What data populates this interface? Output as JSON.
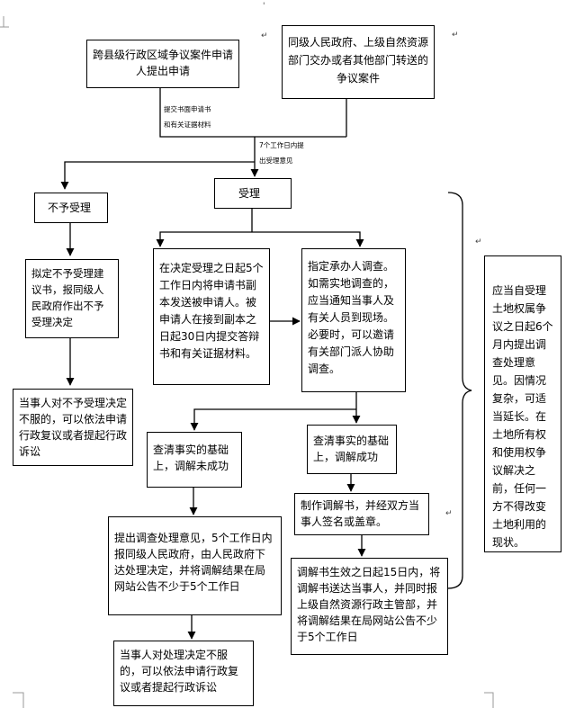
{
  "nodes": {
    "cross_county": "跨县级行政区域争议案件申请人提出申请",
    "transferred": "同级人民政府、上级自然资源部门交办或者其他部门转送的争议案件",
    "reject": "不予受理",
    "accept": "受理",
    "draft_reject": "拟定不予受理建议书，报同级人民政府作出不予受理决定",
    "send_copy": "在决定受理之日起5个工作日内将申请书副本发送被申请人。被申请人在接到副本之日起30日内提交答辩书和有关证据材料。",
    "assign_investigator": "指定承办人调查。如需实地调查的，应当通知当事人及有关人员到现场。必要时，可以邀请有关部门派人协助调查。",
    "reject_appeal": "当事人对不予受理决定不服的，可以依法申请行政复议或者提起行政诉讼",
    "mediation_failed": "查清事实的基础上，调解未成功",
    "mediation_success": "查清事实的基础上，调解成功",
    "make_agreement": "制作调解书，并经双方当事人签名或盖章。",
    "propose_opinion": "提出调查处理意见，5个工作日内报同级人民政府，由人民政府下达处理决定，并将调解结果在局网站公告不少于5个工作日",
    "agreement_effective": "调解书生效之日起15日内，将调解书送达当事人，并同时报上级自然资源行政主管部，并将调解结果在局网站公告不少于5个工作日",
    "decision_appeal": "当事人对处理决定不服的，可以依法申请行政复议或者提起行政诉讼",
    "deadline_note": "应当自受理土地权属争议之日起6个月内提出调查处理意见。因情况复杂，可适当延长。在土地所有权和使用权争议解决之前，任何一方不得改变土地利用的现状。"
  },
  "edge_labels": {
    "submit_line1": "提交书面申请书",
    "submit_line2": "和有关证据材料",
    "review_line1": "7个工作日内提",
    "review_line2": "出受理意见"
  }
}
